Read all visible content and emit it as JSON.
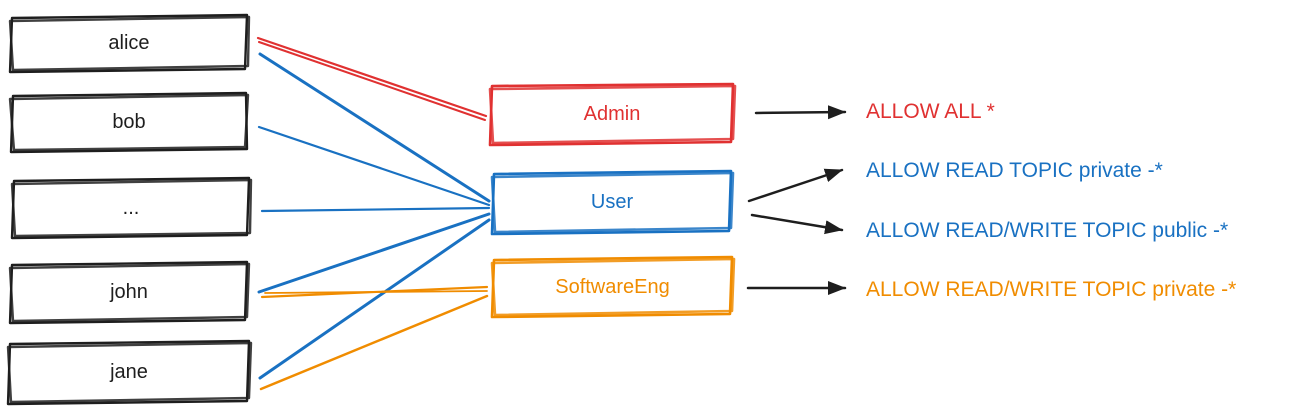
{
  "users": [
    {
      "label": "alice"
    },
    {
      "label": "bob"
    },
    {
      "label": "..."
    },
    {
      "label": "john"
    },
    {
      "label": "jane"
    }
  ],
  "roles": [
    {
      "label": "Admin",
      "color": "#e03131"
    },
    {
      "label": "User",
      "color": "#1971c2"
    },
    {
      "label": "SoftwareEng",
      "color": "#f08c00"
    }
  ],
  "permissions": [
    {
      "label": "ALLOW ALL *",
      "color": "#e03131"
    },
    {
      "label": "ALLOW READ TOPIC private -*",
      "color": "#1971c2"
    },
    {
      "label": "ALLOW READ/WRITE TOPIC public -*",
      "color": "#1971c2"
    },
    {
      "label": "ALLOW READ/WRITE TOPIC private -*",
      "color": "#f08c00"
    }
  ],
  "assignments": [
    {
      "from": "alice",
      "to": "Admin",
      "color": "#e03131"
    },
    {
      "from": "alice",
      "to": "User",
      "color": "#1971c2"
    },
    {
      "from": "bob",
      "to": "User",
      "color": "#1971c2"
    },
    {
      "from": "...",
      "to": "User",
      "color": "#1971c2"
    },
    {
      "from": "john",
      "to": "User",
      "color": "#1971c2"
    },
    {
      "from": "jane",
      "to": "User",
      "color": "#1971c2"
    },
    {
      "from": "john",
      "to": "SoftwareEng",
      "color": "#f08c00"
    },
    {
      "from": "jane",
      "to": "SoftwareEng",
      "color": "#f08c00"
    }
  ],
  "grants": [
    {
      "from": "Admin",
      "to": "ALLOW ALL *"
    },
    {
      "from": "User",
      "to": "ALLOW READ TOPIC private -*"
    },
    {
      "from": "User",
      "to": "ALLOW READ/WRITE TOPIC public -*"
    },
    {
      "from": "SoftwareEng",
      "to": "ALLOW READ/WRITE TOPIC private -*"
    }
  ],
  "colors": {
    "red": "#e03131",
    "blue": "#1971c2",
    "orange": "#f08c00",
    "black": "#1e1e1e",
    "background": "#ffffff"
  }
}
